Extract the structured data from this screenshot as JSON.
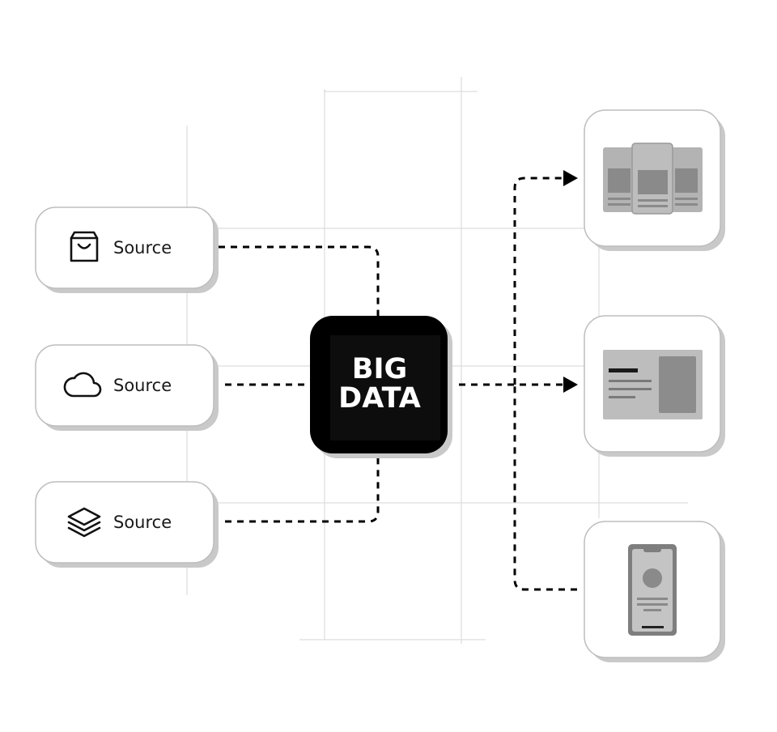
{
  "diagram": {
    "sources": [
      {
        "label": "Source",
        "icon": "shopping-bag-icon"
      },
      {
        "label": "Source",
        "icon": "cloud-icon"
      },
      {
        "label": "Source",
        "icon": "layers-icon"
      }
    ],
    "hub": {
      "line1": "BIG",
      "line2": "DATA"
    },
    "outputs": [
      {
        "icon": "carousel-screens-icon"
      },
      {
        "icon": "web-page-icon"
      },
      {
        "icon": "mobile-phone-icon"
      }
    ]
  }
}
